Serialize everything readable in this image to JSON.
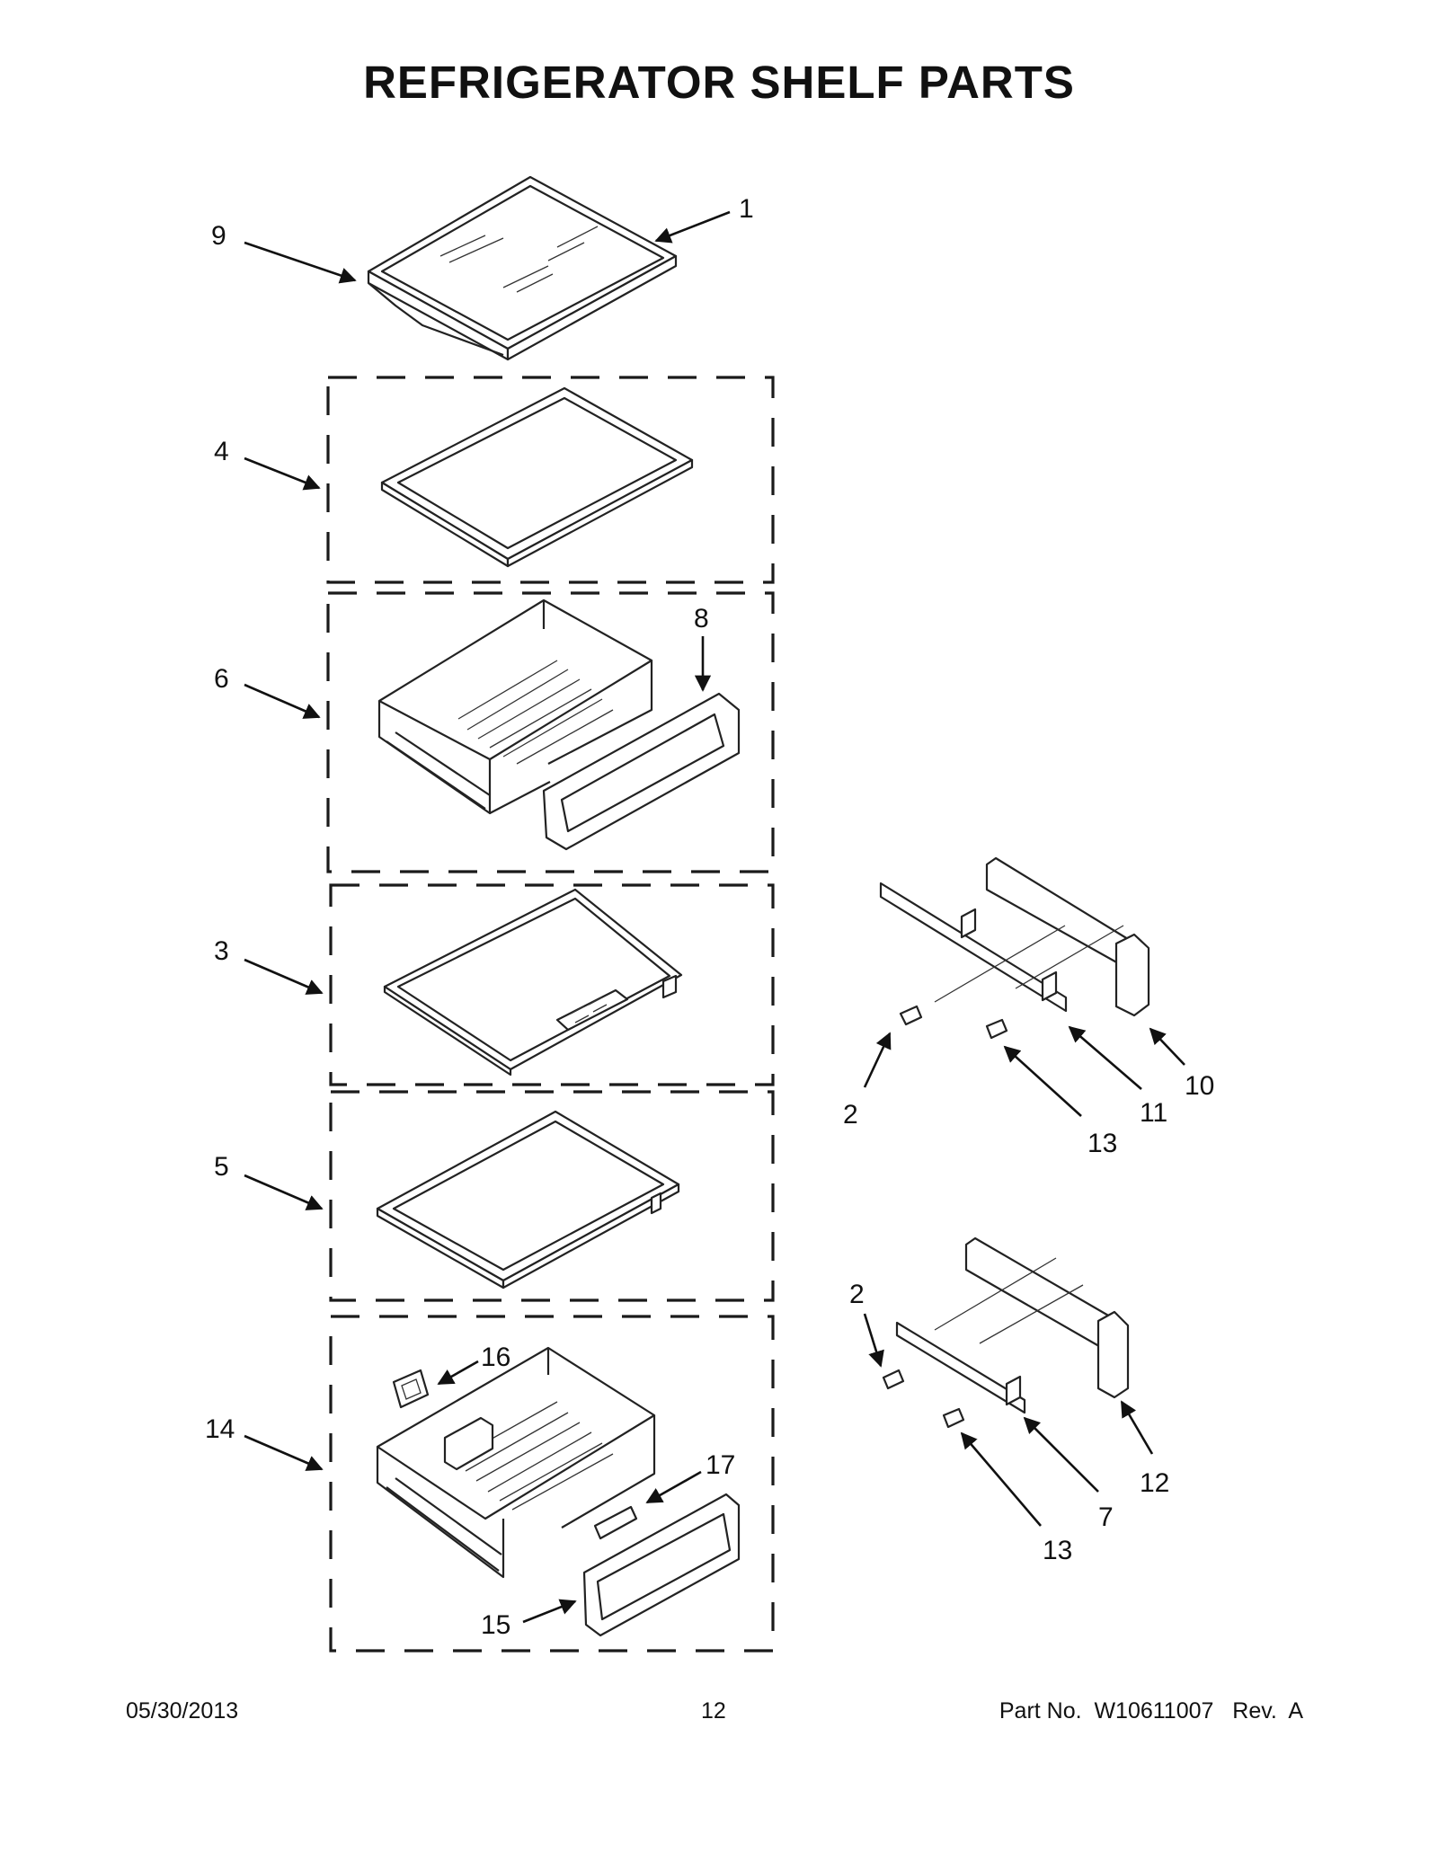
{
  "title": "REFRIGERATOR SHELF PARTS",
  "callouts": [
    "1",
    "9",
    "4",
    "6",
    "8",
    "3",
    "5",
    "16",
    "14",
    "17",
    "15",
    "10",
    "11",
    "2",
    "13",
    "12",
    "7"
  ],
  "footer": {
    "date": "05/30/2013",
    "page": "12",
    "part": "Part No.  W10611007   Rev.  A"
  }
}
